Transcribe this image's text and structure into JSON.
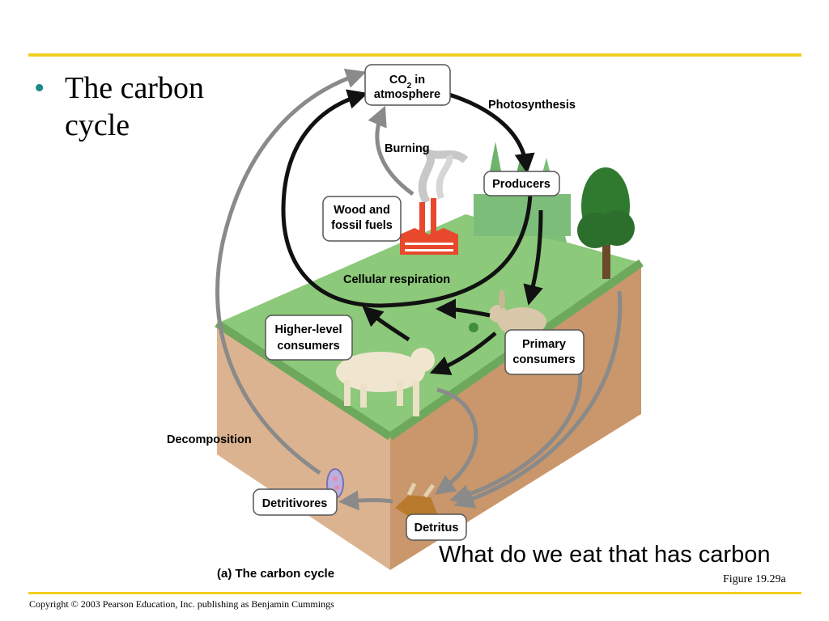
{
  "slide": {
    "bullet": "•",
    "bullet_text": "The carbon cycle",
    "question": "What do we eat that has carbon",
    "figure_ref": "Figure 19.29a",
    "copyright": "Copyright © 2003 Pearson Education, Inc. publishing as Benjamin Cummings",
    "accent_color": "#f2cf1f"
  },
  "diagram": {
    "caption": "(a) The carbon cycle",
    "nodes": {
      "co2_line1": "CO",
      "co2_sub": "2",
      "co2_line1_suffix": " in",
      "co2_line2": "atmosphere",
      "producers": "Producers",
      "wood_line1": "Wood and",
      "wood_line2": "fossil fuels",
      "higher_line1": "Higher-level",
      "higher_line2": "consumers",
      "primary_line1": "Primary",
      "primary_line2": "consumers",
      "detritivores": "Detritivores",
      "detritus": "Detritus"
    },
    "process_labels": {
      "photosynthesis": "Photosynthesis",
      "burning": "Burning",
      "respiration": "Cellular respiration",
      "decomposition": "Decomposition"
    },
    "colors": {
      "grass": "#8cc97a",
      "soil_front": "#d9b08c",
      "soil_side": "#c8966a",
      "black_arrow": "#111111",
      "gray_arrow": "#8a8a8a",
      "factory": "#e8482c"
    }
  }
}
